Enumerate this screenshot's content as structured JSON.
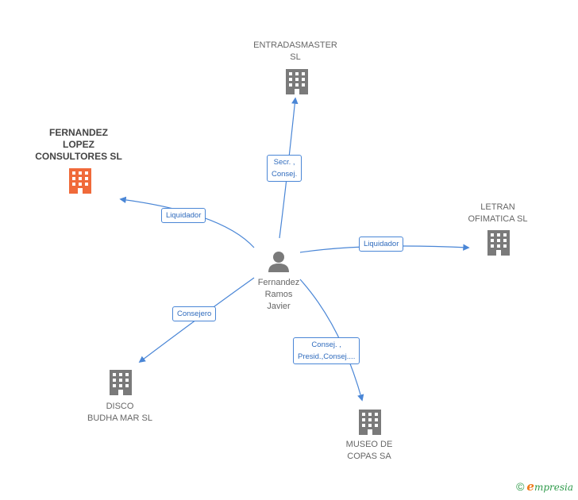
{
  "colors": {
    "edge": "#4a86d6",
    "building": "#7a7a7a",
    "building_highlight": "#f06a3a",
    "person": "#7a7a7a"
  },
  "center": {
    "name": "Fernandez\nRamos\nJavier",
    "icon": "person-icon"
  },
  "nodes": [
    {
      "id": "entradasmaster",
      "label": "ENTRADASMASTER\nSL",
      "icon": "building-icon",
      "highlight": false
    },
    {
      "id": "fernandez-lopez",
      "label": "FERNANDEZ\nLOPEZ\nCONSULTORES SL",
      "icon": "building-icon",
      "highlight": true
    },
    {
      "id": "letran",
      "label": "LETRAN\nOFIMATICA SL",
      "icon": "building-icon",
      "highlight": false
    },
    {
      "id": "disco",
      "label": "DISCO\nBUDHA MAR SL",
      "icon": "building-icon",
      "highlight": false
    },
    {
      "id": "museo",
      "label": "MUSEO DE\nCOPAS SA",
      "icon": "building-icon",
      "highlight": false
    }
  ],
  "edges": [
    {
      "to": "entradasmaster",
      "label": "Secr. ,\nConsej."
    },
    {
      "to": "fernandez-lopez",
      "label": "Liquidador"
    },
    {
      "to": "letran",
      "label": "Liquidador"
    },
    {
      "to": "disco",
      "label": "Consejero"
    },
    {
      "to": "museo",
      "label": "Consej. ,\nPresid.,Consej...."
    }
  ],
  "footer": {
    "copyright": "©",
    "brand_e": "e",
    "brand_rest": "mpresia"
  }
}
